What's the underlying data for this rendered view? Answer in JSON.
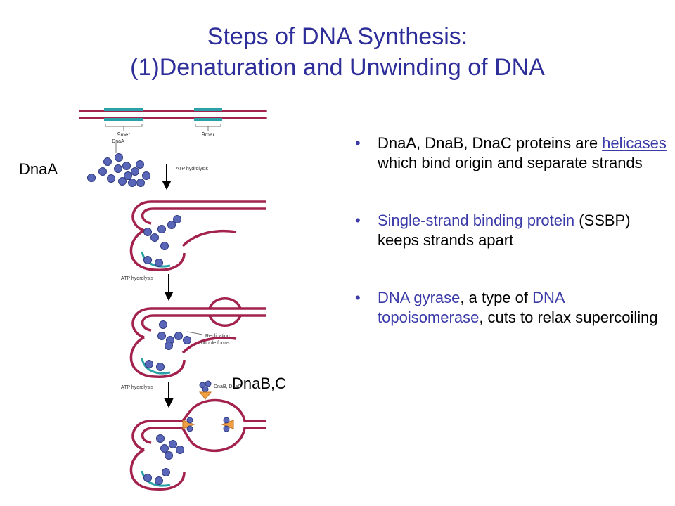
{
  "slide": {
    "title_line1": "Steps of DNA Synthesis:",
    "title_line2": "(1)Denaturation and Unwinding of DNA",
    "label_dnaa": "DnaA",
    "label_dnabc": "DnaB,C"
  },
  "diagram": {
    "ninemer_1": "9mer",
    "ninemer_2": "9mer",
    "dnaa_small": "DnaA",
    "atp_1": "ATP hydrolysis",
    "atp_2": "ATP hydrolysis",
    "atp_3": "ATP hydrolysis",
    "replication": "Replication",
    "bubble_forms": "bubble forms",
    "dnab_dnac": "DnaB, DnaC"
  },
  "bullets": {
    "b1_part1": "DnaA, DnaB, DnaC proteins are ",
    "b1_link": "helicases ",
    "b1_part2": "which bind origin and separate strands",
    "b2_blue": "Single-strand binding protein",
    "b2_rest": " (SSBP) keeps strands apart",
    "b3_blue1": "DNA gyrase",
    "b3_mid": ", a type of ",
    "b3_blue2": "DNA topoisomerase",
    "b3_end": ", cuts to relax supercoiling"
  },
  "colors": {
    "title": "#2e2e9a",
    "accent": "#3a3aa8",
    "strand": "#a3214d",
    "teal": "#2aa1a8",
    "protein": "#5a67b8"
  }
}
